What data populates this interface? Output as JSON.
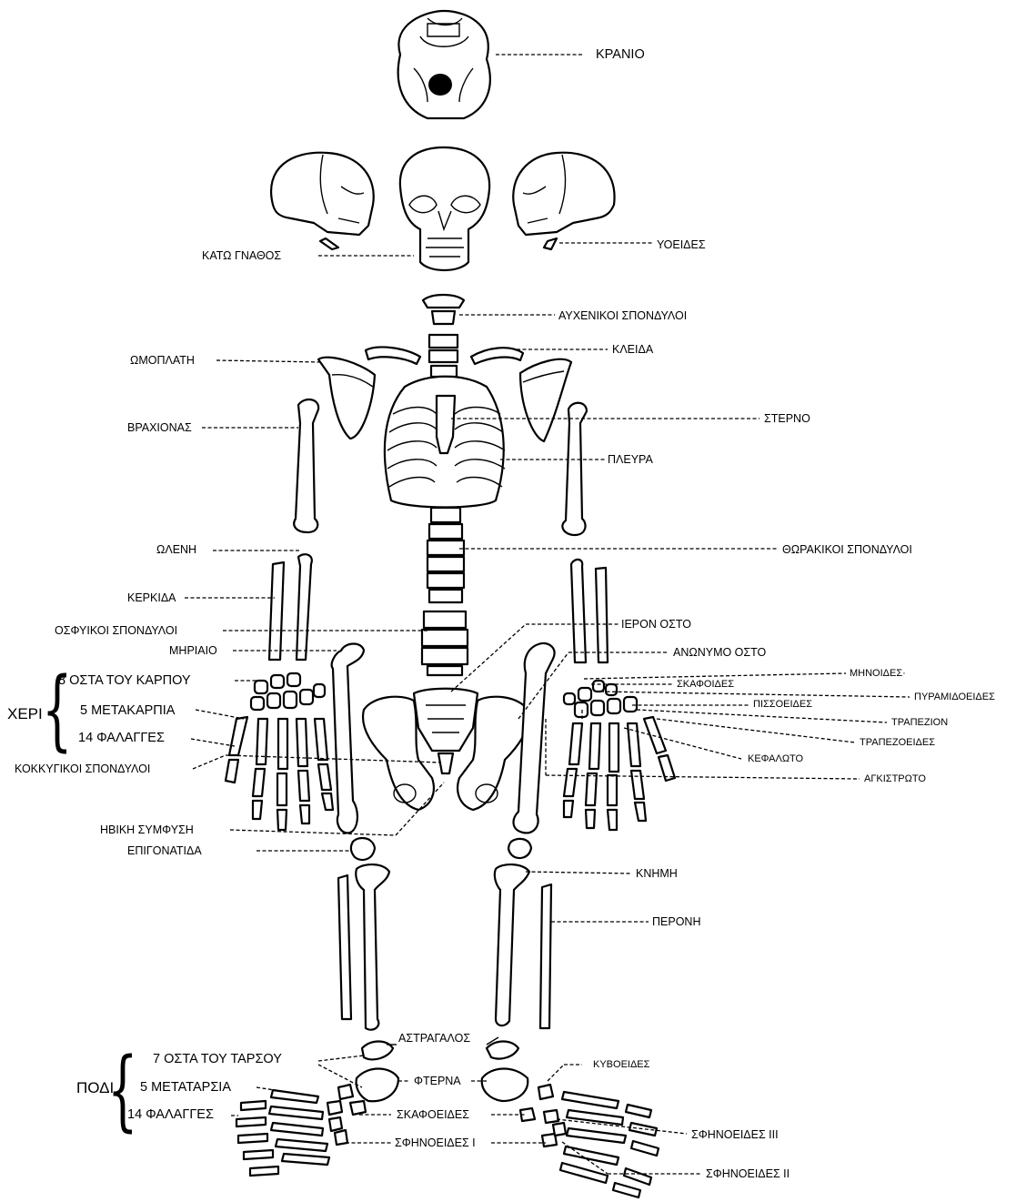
{
  "labels": {
    "skull": "ΚΡΑΝΙΟ",
    "mandible": "ΚΑΤΩ ΓΝΑΘΟΣ",
    "hyoid": "ΥΟΕΙΔΕΣ",
    "cervical": "ΑΥΧΕΝΙΚΟΙ ΣΠΟΝΔΥΛΟΙ",
    "scapula": "ΩΜΟΠΛΑΤΗ",
    "clavicle": "ΚΛΕΙΔΑ",
    "humerus": "ΒΡΑΧΙΟΝΑΣ",
    "sternum": "ΣΤΕΡΝΟ",
    "rib": "ΠΛΕΥΡΑ",
    "ulna": "ΩΛΕΝΗ",
    "thoracic": "ΘΩΡΑΚΙΚΟΙ ΣΠΟΝΔΥΛΟΙ",
    "radius": "ΚΕΡΚΙΔΑ",
    "lumbar": "ΟΣΦΥΙΚΟΙ ΣΠΟΝΔΥΛΟΙ",
    "sacrum": "ΙΕΡΟΝ ΟΣΤΟ",
    "femur": "ΜΗΡΙΑΙΟ",
    "innominate": "ΑΝΩΝΥΜΟ ΟΣΤΟ",
    "carpals": "8 ΟΣΤΑ ΤΟΥ ΚΑΡΠΟΥ",
    "lunate": "ΜΗΝΟΙΔΕΣ·",
    "scaphoid_hand": "ΣΚΑΦΟΙΔΕΣ",
    "triquetrum": "ΠΥΡΑΜΙΔΟΕΙΔΕΣ",
    "hand_group": "ΧΕΡΙ",
    "metacarpals": "5 ΜΕΤΑΚΑΡΠΙΑ",
    "pisiform": "ΠΙΣΣΟΕΙΔΕΣ",
    "trapezium": "ΤΡΑΠΕΖΙΟΝ",
    "phalanges_hand": "14 ΦΑΛΑΓΓΕΣ",
    "trapezoid": "ΤΡΑΠΕΖΟΕΙΔΕΣ",
    "capitate": "ΚΕΦΑΛΩΤΟ",
    "coccyx": "ΚΟΚΚΥΓΙΚΟΙ ΣΠΟΝΔΥΛΟΙ",
    "hamate": "ΑΓΚΙΣΤΡΩΤΟ",
    "pubic_symphysis": "ΗΒΙΚΗ ΣΥΜΦΥΣΗ",
    "patella": "ΕΠΙΓΟΝΑΤΙΔΑ",
    "tibia": "ΚΝΗΜΗ",
    "fibula": "ΠΕΡΟΝΗ",
    "talus": "ΑΣΤΡΑΓΑΛΟΣ",
    "tarsals": "7 ΟΣΤΑ ΤΟΥ ΤΑΡΣΟΥ",
    "cuboid": "ΚΥΒΟΕΙΔΕΣ",
    "foot_group": "ΠΟΔΙ",
    "metatarsals": "5 ΜΕΤΑΤΑΡΣΙΑ",
    "calcaneus": "ΦΤΕΡΝΑ",
    "phalanges_foot": "14 ΦΑΛΑΓΓΕΣ",
    "navicular": "ΣΚΑΦΟΕΙΔΕΣ",
    "cuneiform_3": "ΣΦΗΝΟΕΙΔΕΣ III",
    "cuneiform_1": "ΣΦΗΝΟΕΙΔΕΣ I",
    "cuneiform_2": "ΣΦΗΝΟΕΙΔΕΣ II"
  },
  "braces": {
    "hand": "{",
    "foot": "{"
  },
  "colors": {
    "ink": "#000000",
    "background": "#ffffff"
  }
}
